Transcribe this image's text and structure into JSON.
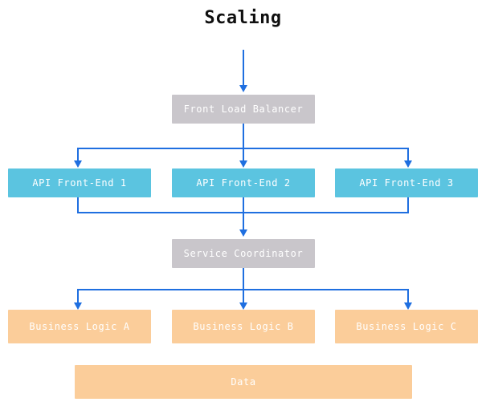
{
  "title": "Scaling",
  "palette": {
    "background": "#ffffff",
    "title_color": "#101010",
    "gray_node": "#c9c6cb",
    "cyan_node": "#5bc4e0",
    "orange_node": "#fbcd9a",
    "node_text": "#ffffff",
    "connector": "#1f6fe0"
  },
  "nodes": {
    "front_load_balancer": "Front Load Balancer",
    "api_front_end_1": "API Front-End 1",
    "api_front_end_2": "API Front-End 2",
    "api_front_end_3": "API Front-End 3",
    "service_coordinator": "Service Coordinator",
    "business_logic_a": "Business Logic A",
    "business_logic_b": "Business Logic B",
    "business_logic_c": "Business Logic C",
    "data": "Data"
  },
  "chart_data": {
    "type": "diagram",
    "title": "Scaling",
    "layout": "layered top-down flow",
    "layers": [
      {
        "name": "entry",
        "style": "gray",
        "nodes": [
          "Front Load Balancer"
        ]
      },
      {
        "name": "api-tier",
        "style": "cyan",
        "nodes": [
          "API Front-End 1",
          "API Front-End 2",
          "API Front-End 3"
        ]
      },
      {
        "name": "coordination",
        "style": "gray",
        "nodes": [
          "Service Coordinator"
        ]
      },
      {
        "name": "logic-tier",
        "style": "orange",
        "nodes": [
          "Business Logic A",
          "Business Logic B",
          "Business Logic C"
        ]
      },
      {
        "name": "storage",
        "style": "orange",
        "nodes": [
          "Data"
        ]
      }
    ],
    "edges": [
      {
        "from": "external-ingress",
        "to": "Front Load Balancer"
      },
      {
        "from": "Front Load Balancer",
        "to": "API Front-End 1"
      },
      {
        "from": "Front Load Balancer",
        "to": "API Front-End 2"
      },
      {
        "from": "Front Load Balancer",
        "to": "API Front-End 3"
      },
      {
        "from": "API Front-End 1",
        "to": "Service Coordinator"
      },
      {
        "from": "API Front-End 2",
        "to": "Service Coordinator"
      },
      {
        "from": "API Front-End 3",
        "to": "Service Coordinator"
      },
      {
        "from": "Service Coordinator",
        "to": "Business Logic A"
      },
      {
        "from": "Service Coordinator",
        "to": "Business Logic B"
      },
      {
        "from": "Service Coordinator",
        "to": "Business Logic C"
      }
    ]
  }
}
